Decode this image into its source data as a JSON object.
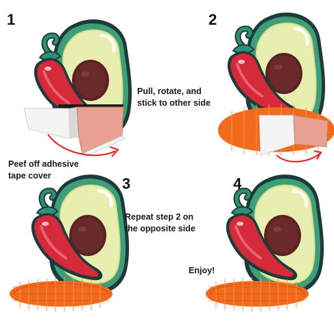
{
  "steps": [
    {
      "number": "1",
      "caption_lines": [
        "Peef off adhesive",
        "tape cover"
      ]
    },
    {
      "number": "2",
      "caption_lines": [
        "Pull, rotate, and",
        "stick to other side"
      ]
    },
    {
      "number": "3",
      "caption_lines": [
        "Repeat step 2 on",
        "the opposite side"
      ]
    },
    {
      "number": "4",
      "caption_lines": [
        "Enjoy!"
      ]
    }
  ],
  "colors": {
    "avocado_outline": "#1c3b3a",
    "avocado_skin": "#3f9e7a",
    "avocado_flesh": "#e7eeb0",
    "avocado_flesh_edge": "#d3e08a",
    "pit": "#6b2a2a",
    "chili_red": "#d42a3a",
    "chili_stem": "#2e8f73",
    "honeycomb_orange": "#f26a1b",
    "paper_white": "#f4f4f4",
    "tape_pink": "#e8a190",
    "arrow_red": "#e0292e"
  }
}
